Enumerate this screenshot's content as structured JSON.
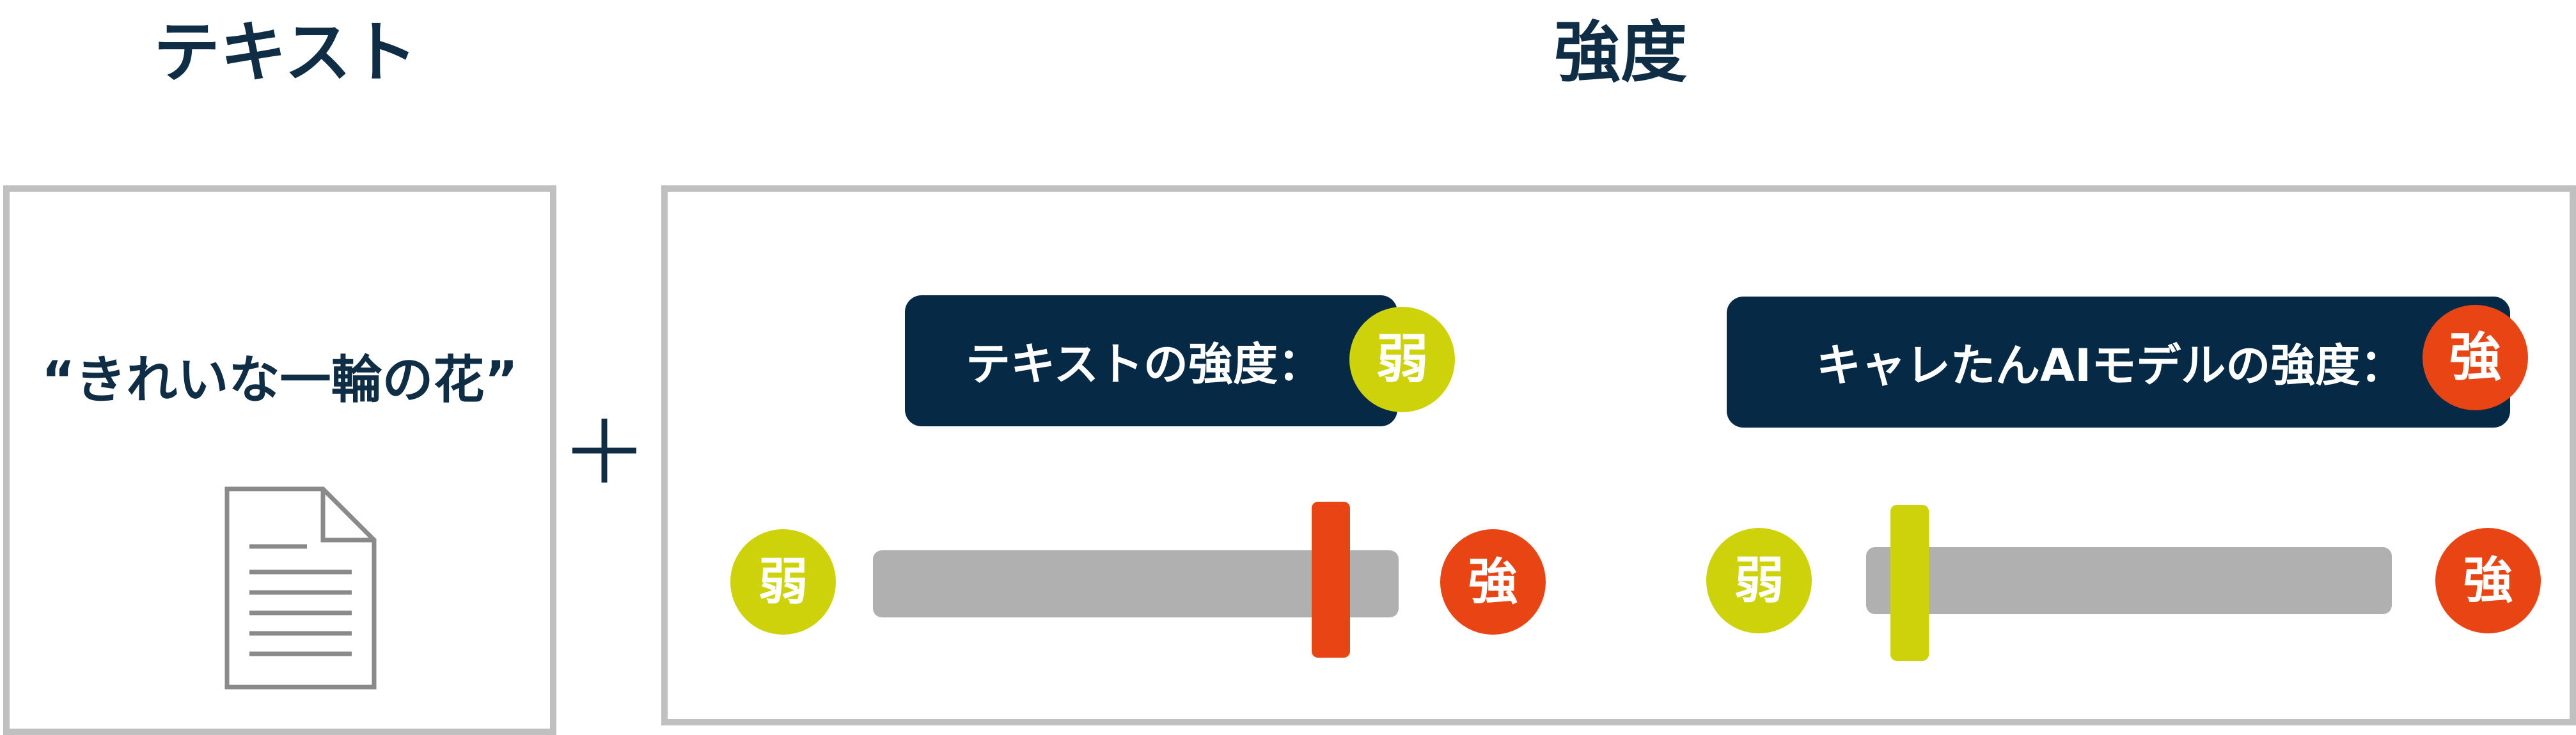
{
  "headings": {
    "text": "テキスト",
    "strength": "強度"
  },
  "text_panel": {
    "prompt": "“きれいな一輪の花”",
    "icon": "document-icon"
  },
  "operator": {
    "icon": "plus-icon"
  },
  "strength_panel": {
    "text_strength": {
      "label": "テキストの強度：",
      "value": "弱",
      "slider_min_label": "弱",
      "slider_max_label": "強",
      "slider_level": 0.9
    },
    "model_strength": {
      "label": "キャレたんAIモデルの強度：",
      "value": "強",
      "slider_min_label": "弱",
      "slider_max_label": "強",
      "slider_level": 0.05
    }
  },
  "colors": {
    "navy": "#062a45",
    "heading": "#0f2d45",
    "weak": "#cdd20a",
    "strong": "#e84414",
    "track": "#b0b0b0",
    "border": "#c0c0c0"
  }
}
